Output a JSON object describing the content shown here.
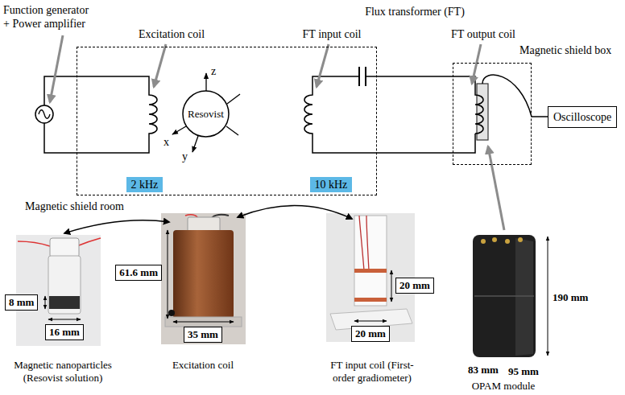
{
  "diagram": {
    "nodes": [
      {
        "text": [
          "Magnetic shield room"
        ]
      },
      {
        "text": [
          "Resovist"
        ],
        "in": 0
      },
      {
        "text": [
          "2 kHz"
        ],
        "in": 0
      },
      {
        "text": [
          "10 kHz"
        ],
        "in": 0
      },
      {
        "text": [
          "Magnetic shield box"
        ]
      },
      {
        "text": [
          "Oscilloscope"
        ]
      },
      {
        "text": [
          "61.6 mm"
        ]
      },
      {
        "text": [
          "20 mm"
        ]
      },
      {
        "text": [
          "8 mm"
        ]
      },
      {
        "text": [
          "16 mm"
        ]
      },
      {
        "text": [
          "35 mm"
        ]
      },
      {
        "text": [
          "20 mm"
        ]
      }
    ],
    "edges": [
      {
        "from": 4,
        "to": 5,
        "arrow": "none"
      }
    ],
    "labels": [
      "Function generator + Power amplifier",
      "Excitation coil",
      "Flux transformer (FT)",
      "FT input coil",
      "FT output coil",
      "z",
      "x",
      "y",
      "190 mm",
      "83 mm",
      "95 mm",
      "Magnetic nanoparticles (Resovist solution)",
      "Excitation coil",
      "FT input coil (First-order gradiometer)",
      "OPAM module"
    ]
  }
}
